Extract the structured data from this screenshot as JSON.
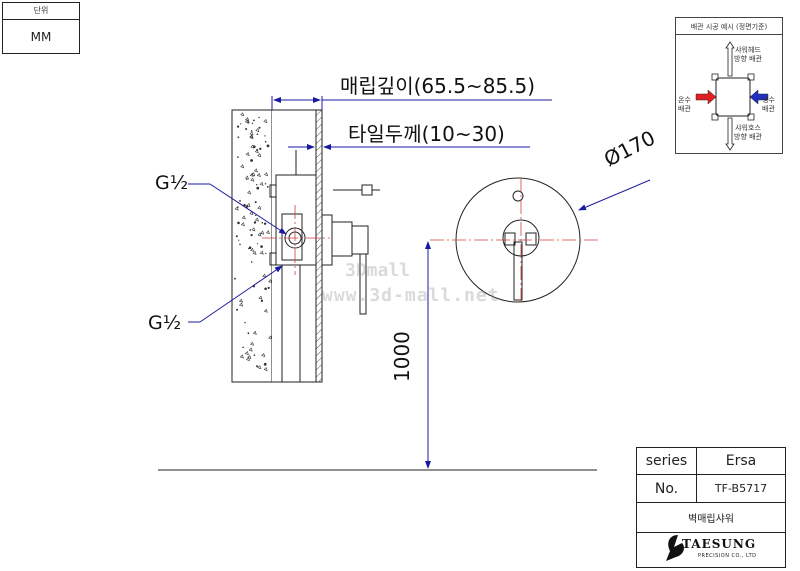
{
  "unit": {
    "header": "단위",
    "value": "MM"
  },
  "legend": {
    "title": "배관 시공 예시 (정면기준)",
    "showerhead": "샤워헤드\n방향 배관",
    "hot": "온수\n배관",
    "cold": "냉수\n배관",
    "hose": "샤워호스\n방향 배관",
    "hot_color": "#e02020",
    "cold_color": "#2030c0"
  },
  "dimensions": {
    "embed_depth": "매립깊이(65.5~85.5)",
    "tile_thickness": "타일두께(10~30)",
    "diameter": "Ø170",
    "height": "1000",
    "pipe_top": "G½",
    "pipe_bottom": "G½"
  },
  "watermark": {
    "line1": "3Dmall",
    "line2": "www.3d-mall.net"
  },
  "title_block": {
    "series_label": "series",
    "series_value": "Ersa",
    "no_label": "No.",
    "no_value": "TF-B5717",
    "product_name": "벽매립샤워",
    "brand": "TAESUNG",
    "brand_sub": "PRECISION CO., LTD"
  },
  "colors": {
    "line": "#1a1a1a",
    "center_line": "#d04040",
    "dim_line": "#1a1aa0"
  }
}
